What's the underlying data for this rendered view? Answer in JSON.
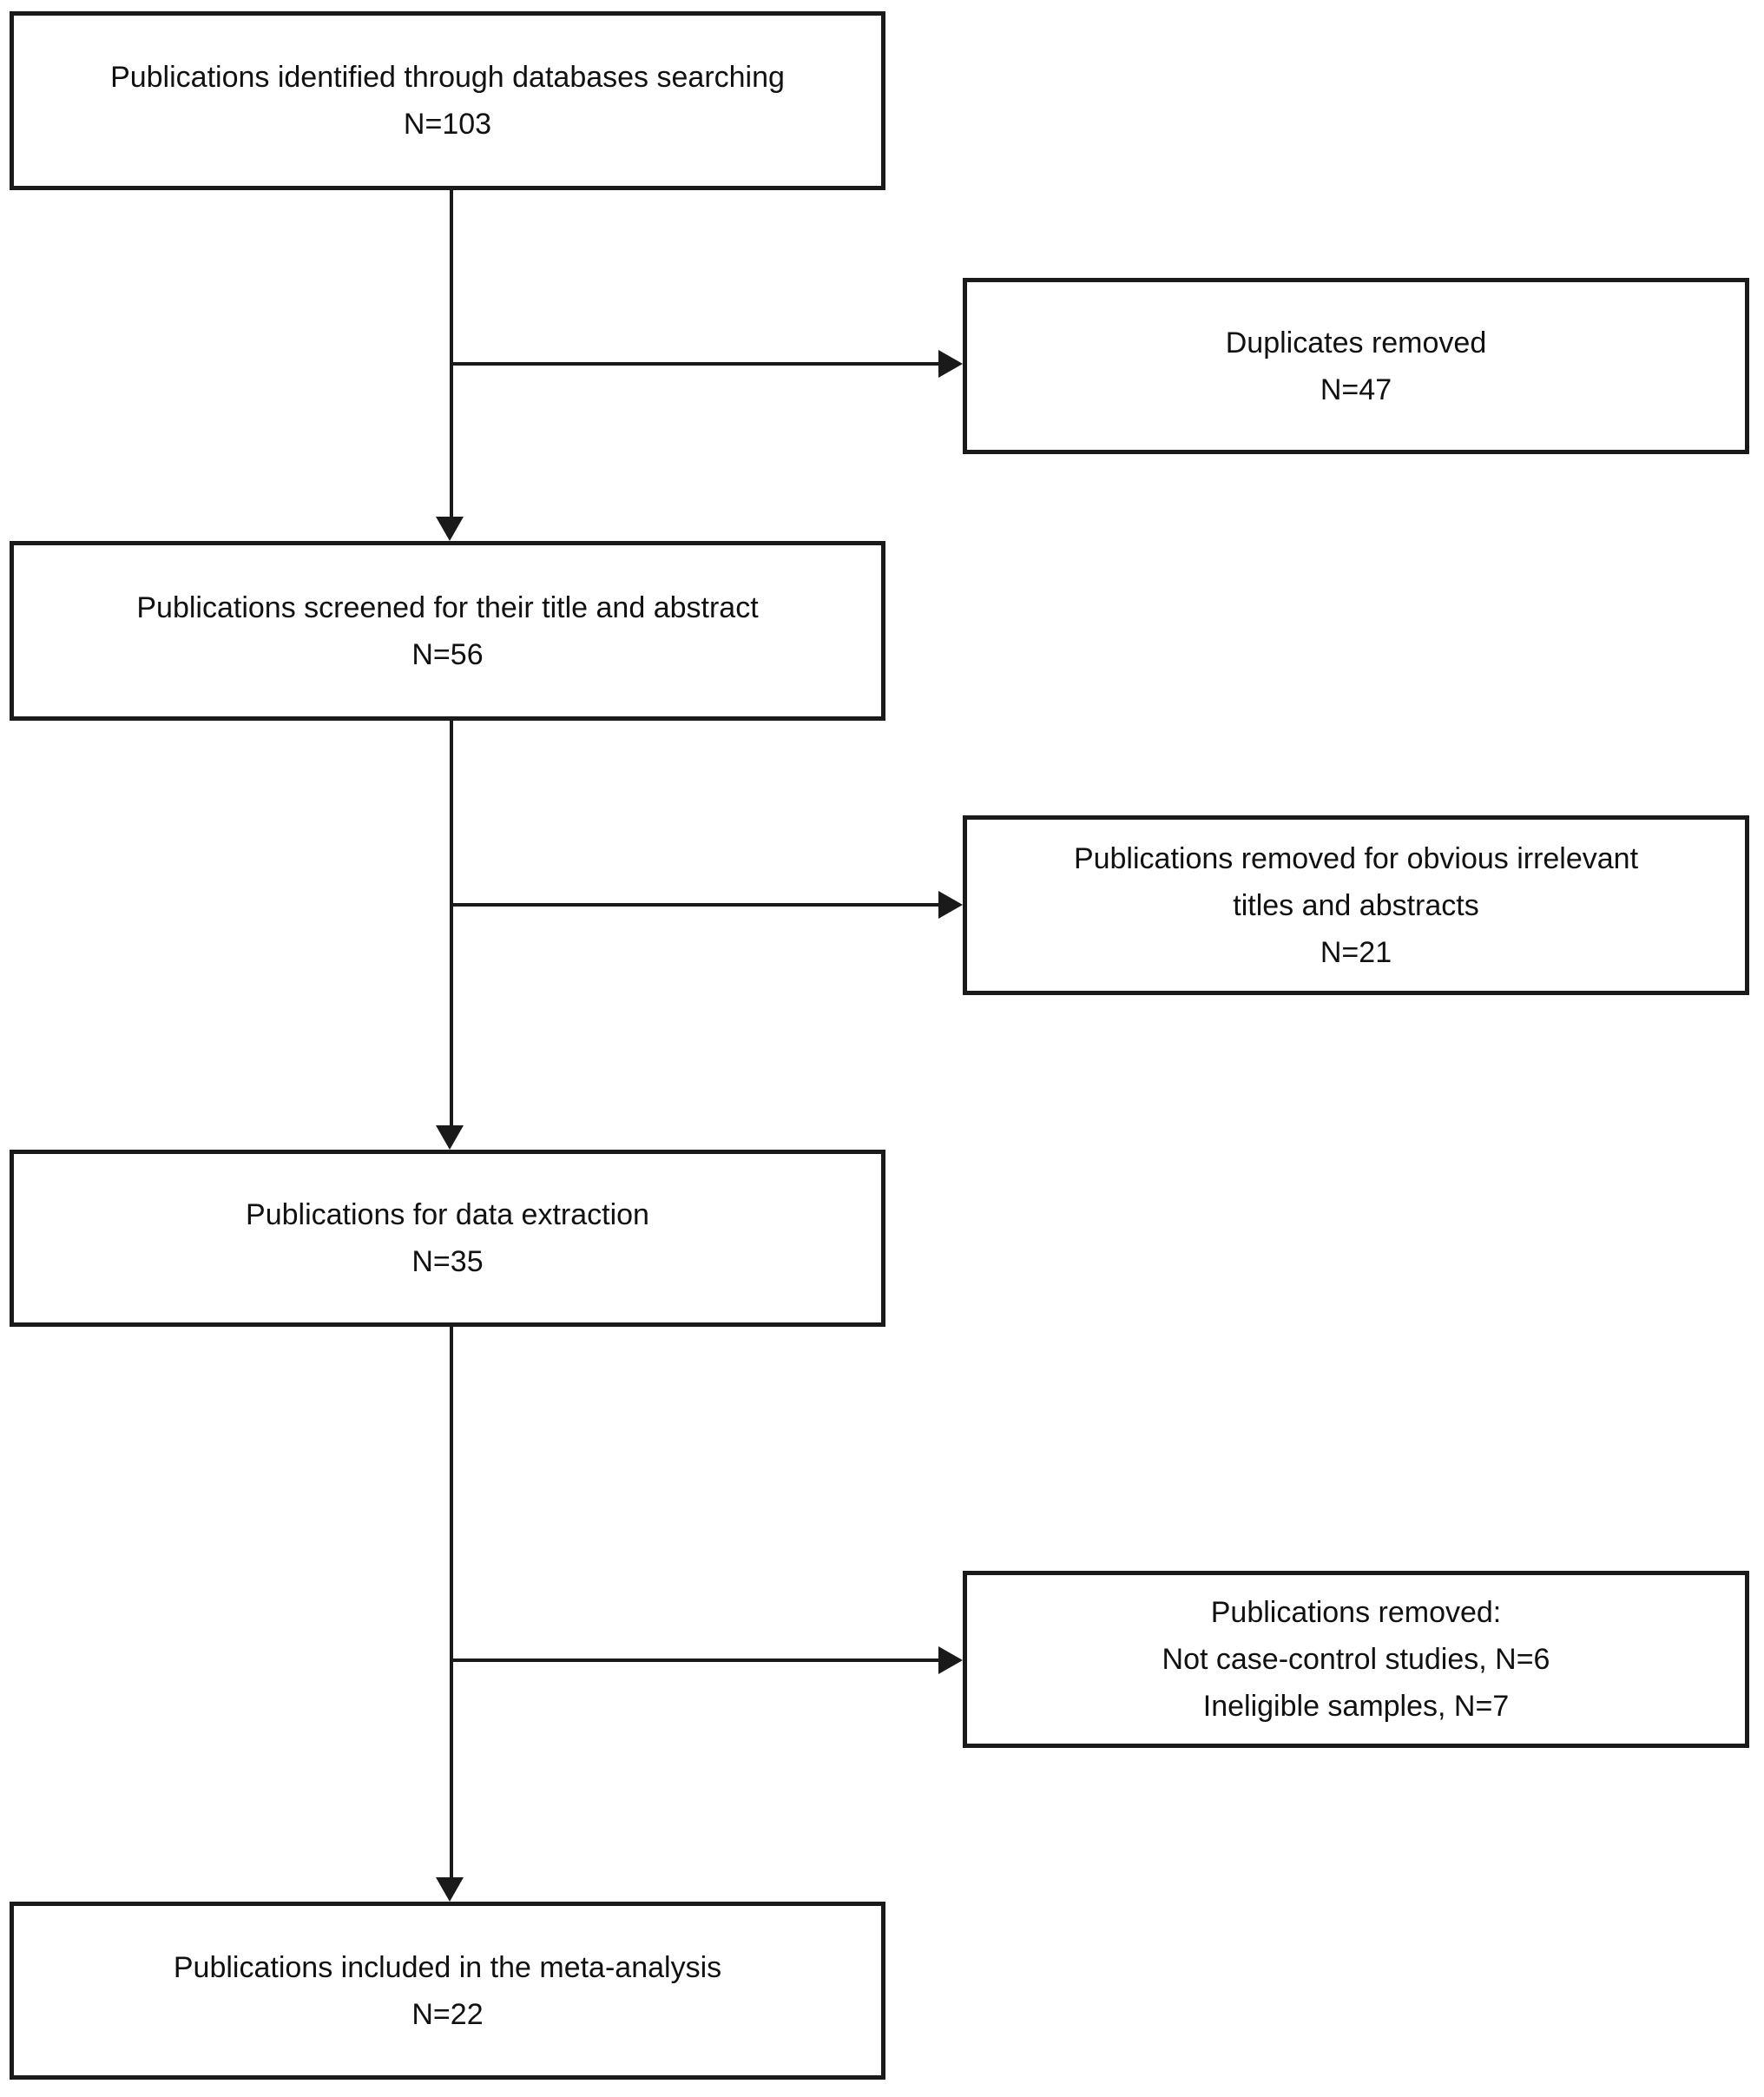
{
  "diagram": {
    "type": "flowchart",
    "colors": {
      "line": "#1a1a1a",
      "background": "#ffffff",
      "text": "#111111"
    },
    "boxes": {
      "identified": {
        "text": "Publications identified through databases searching\nN=103"
      },
      "duplicates_removed": {
        "text": "Duplicates removed\nN=47"
      },
      "screened": {
        "text": "Publications screened for their title and abstract\nN=56"
      },
      "irrelevant_removed": {
        "text": "Publications removed for obvious irrelevant\ntitles and abstracts\nN=21"
      },
      "data_extraction": {
        "text": "Publications for data extraction\nN=35"
      },
      "ineligible_removed": {
        "text": "Publications removed:\nNot case-control studies, N=6\nIneligible samples, N=7"
      },
      "included": {
        "text": "Publications included in the meta-analysis\nN=22"
      }
    }
  }
}
